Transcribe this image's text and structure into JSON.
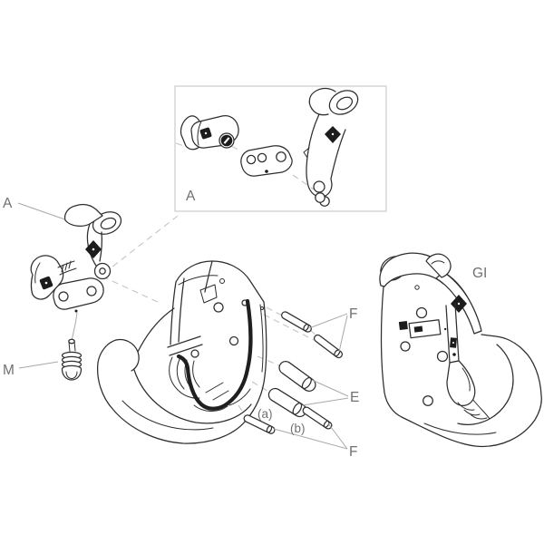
{
  "diagram": {
    "colors": {
      "background": "#ffffff",
      "line": "#2e2e2e",
      "leader": "#a8a8a8",
      "dashed_axis": "#c4c4c4",
      "label_text": "#707070",
      "inset_border": "#c0c0c0",
      "detail_fill": "#1c1c1c"
    },
    "callouts": {
      "detail_inset_label": "A",
      "latch_assembly_label": "A",
      "spring_label": "M",
      "assembled_hook_label": "GI",
      "top_pins_label": "F",
      "bushings_label": "E",
      "bottom_pins_label": "F",
      "pin_variant_a_label": "(a)",
      "pin_variant_b_label": "(b)"
    }
  }
}
